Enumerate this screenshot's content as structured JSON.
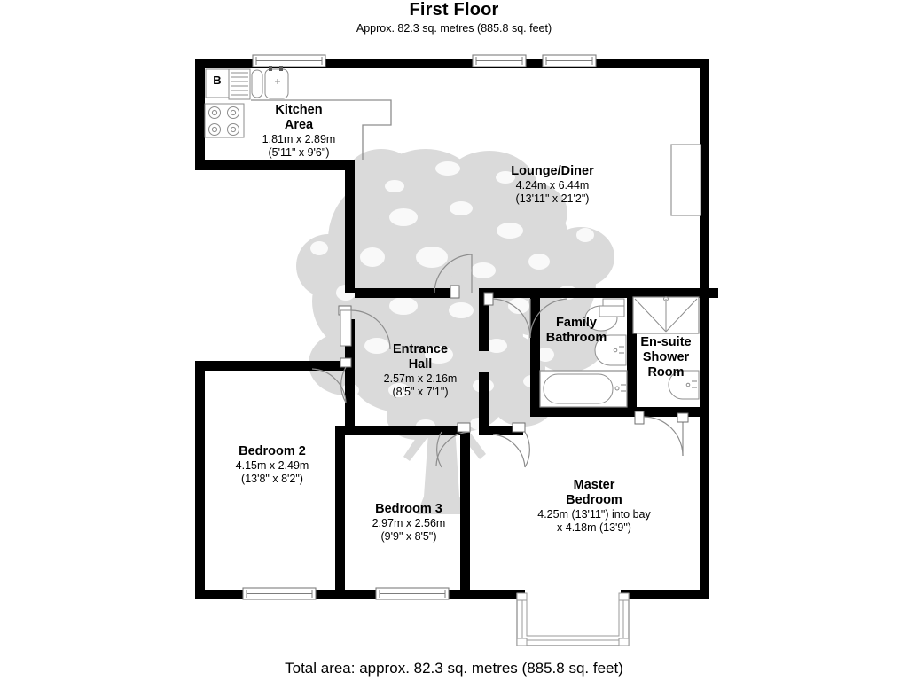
{
  "header": {
    "title": "First Floor",
    "subtitle": "Approx.  82.3 sq. metres (885.8 sq. feet)"
  },
  "footer": {
    "total_area": "Total area: approx.  82.3 sq. metres (885.8 sq. feet)"
  },
  "colors": {
    "wall": "#000000",
    "floor": "#ffffff",
    "fixture_stroke": "#9a9a9a",
    "watermark": "#d6d6d6",
    "text": "#000000"
  },
  "rooms": [
    {
      "id": "kitchen-area",
      "name": "Kitchen\nArea",
      "name_lines": [
        "Kitchen",
        "Area"
      ],
      "dim_metric": "1.81m x 2.89m",
      "dim_imperial": "(5'11\" x 9'6\")"
    },
    {
      "id": "lounge-diner",
      "name": "Lounge/Diner",
      "name_lines": [
        "Lounge/Diner"
      ],
      "dim_metric": "4.24m x 6.44m",
      "dim_imperial": "(13'11\" x 21'2\")"
    },
    {
      "id": "entrance-hall",
      "name": "Entrance Hall",
      "name_lines": [
        "Entrance",
        "Hall"
      ],
      "dim_metric": "2.57m x 2.16m",
      "dim_imperial": "(8'5\"  x 7'1\")"
    },
    {
      "id": "family-bathroom",
      "name": "Family Bathroom",
      "name_lines": [
        "Family",
        "Bathroom"
      ],
      "dim_metric": "",
      "dim_imperial": ""
    },
    {
      "id": "en-suite-shower-room",
      "name": "En-suite Shower Room",
      "name_lines": [
        "En-suite",
        "Shower",
        "Room"
      ],
      "dim_metric": "",
      "dim_imperial": ""
    },
    {
      "id": "bedroom-2",
      "name": "Bedroom 2",
      "name_lines": [
        "Bedroom 2"
      ],
      "dim_metric": "4.15m x 2.49m",
      "dim_imperial": "(13'8\" x 8'2\")"
    },
    {
      "id": "bedroom-3",
      "name": "Bedroom 3",
      "name_lines": [
        "Bedroom 3"
      ],
      "dim_metric": "2.97m x 2.56m",
      "dim_imperial": "(9'9\" x 8'5\")"
    },
    {
      "id": "master-bedroom",
      "name": "Master Bedroom",
      "name_lines": [
        "Master",
        "Bedroom"
      ],
      "dim_metric": "4.25m (13'11\") into bay",
      "dim_imperial": "x 4.18m (13'9\")"
    }
  ],
  "labels": {
    "kitchen_name_1": "Kitchen",
    "kitchen_name_2": "Area",
    "kitchen_dim_1": "1.81m x 2.89m",
    "kitchen_dim_2": "(5'11\" x 9'6\")",
    "lounge_name_1": "Lounge/Diner",
    "lounge_dim_1": "4.24m x 6.44m",
    "lounge_dim_2": "(13'11\" x 21'2\")",
    "hall_name_1": "Entrance",
    "hall_name_2": "Hall",
    "hall_dim_1": "2.57m x 2.16m",
    "hall_dim_2": "(8'5\"  x 7'1\")",
    "bathroom_name_1": "Family",
    "bathroom_name_2": "Bathroom",
    "ensuite_name_1": "En-suite",
    "ensuite_name_2": "Shower",
    "ensuite_name_3": "Room",
    "bed2_name_1": "Bedroom 2",
    "bed2_dim_1": "4.15m x 2.49m",
    "bed2_dim_2": "(13'8\" x 8'2\")",
    "bed3_name_1": "Bedroom 3",
    "bed3_dim_1": "2.97m x 2.56m",
    "bed3_dim_2": "(9'9\" x 8'5\")",
    "master_name_1": "Master",
    "master_name_2": "Bedroom",
    "master_dim_1": "4.25m (13'11\") into bay",
    "master_dim_2": "x 4.18m (13'9\")",
    "boiler_marker": "B"
  },
  "fixtures": [
    {
      "id": "boiler",
      "label": "B",
      "room": "kitchen-area"
    },
    {
      "id": "kitchen-sink",
      "label": "",
      "room": "kitchen-area"
    },
    {
      "id": "kitchen-drainer",
      "label": "",
      "room": "kitchen-area"
    },
    {
      "id": "kitchen-hob",
      "label": "",
      "room": "kitchen-area"
    },
    {
      "id": "bathtub",
      "label": "",
      "room": "family-bathroom"
    },
    {
      "id": "bathroom-toilet",
      "label": "",
      "room": "family-bathroom"
    },
    {
      "id": "bathroom-sink",
      "label": "",
      "room": "family-bathroom"
    },
    {
      "id": "shower-cubicle",
      "label": "",
      "room": "en-suite-shower-room"
    },
    {
      "id": "ensuite-sink",
      "label": "",
      "room": "en-suite-shower-room"
    },
    {
      "id": "ensuite-toilet",
      "label": "",
      "room": "en-suite-shower-room"
    },
    {
      "id": "radiator-lounge",
      "label": "",
      "room": "lounge-diner"
    }
  ],
  "windows": [
    {
      "id": "window-kitchen-top",
      "wall": "north"
    },
    {
      "id": "window-lounge-top-left",
      "wall": "north"
    },
    {
      "id": "window-lounge-top-right",
      "wall": "north"
    },
    {
      "id": "window-bedroom2-bottom",
      "wall": "south"
    },
    {
      "id": "window-bedroom3-bottom",
      "wall": "south"
    },
    {
      "id": "bay-window-master",
      "wall": "south"
    }
  ],
  "doors": [
    {
      "id": "door-lounge-to-hall"
    },
    {
      "id": "door-hall-to-bathroom"
    },
    {
      "id": "door-hall-to-bedroom2"
    },
    {
      "id": "door-hall-to-bedroom3"
    },
    {
      "id": "door-hall-to-master"
    },
    {
      "id": "door-master-to-ensuite"
    }
  ]
}
